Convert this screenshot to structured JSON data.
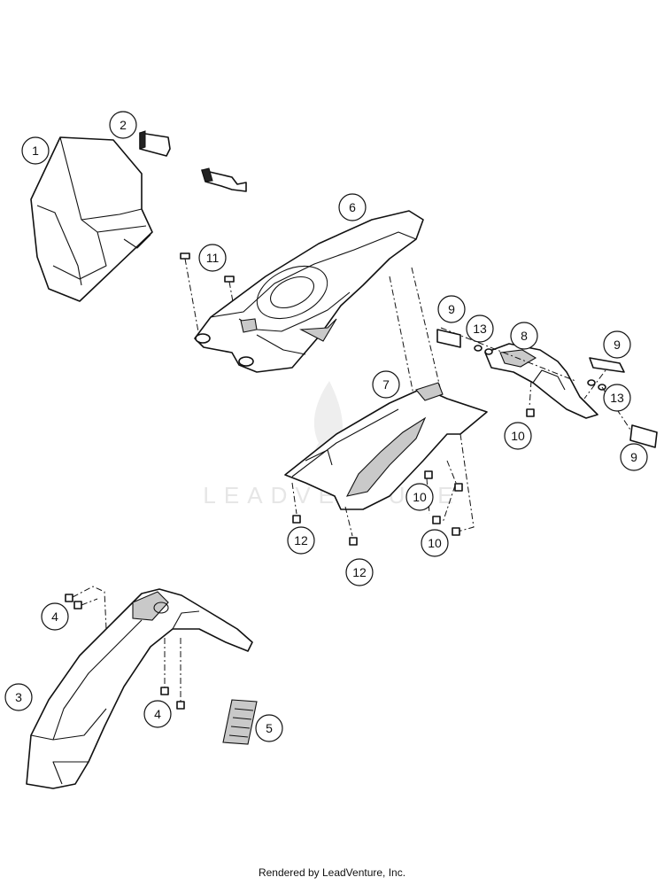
{
  "diagram": {
    "callouts": [
      {
        "id": "c1",
        "label": "1"
      },
      {
        "id": "c2",
        "label": "2"
      },
      {
        "id": "c3",
        "label": "3"
      },
      {
        "id": "c4a",
        "label": "4"
      },
      {
        "id": "c4b",
        "label": "4"
      },
      {
        "id": "c5",
        "label": "5"
      },
      {
        "id": "c6",
        "label": "6"
      },
      {
        "id": "c7",
        "label": "7"
      },
      {
        "id": "c8",
        "label": "8"
      },
      {
        "id": "c9a",
        "label": "9"
      },
      {
        "id": "c9b",
        "label": "9"
      },
      {
        "id": "c9c",
        "label": "9"
      },
      {
        "id": "c10a",
        "label": "10"
      },
      {
        "id": "c10b",
        "label": "10"
      },
      {
        "id": "c10c",
        "label": "10"
      },
      {
        "id": "c11",
        "label": "11"
      },
      {
        "id": "c12a",
        "label": "12"
      },
      {
        "id": "c12b",
        "label": "12"
      },
      {
        "id": "c13a",
        "label": "13"
      },
      {
        "id": "c13b",
        "label": "13"
      }
    ],
    "watermark": "LEADVENTURE",
    "footer": "Rendered by LeadVenture, Inc."
  }
}
